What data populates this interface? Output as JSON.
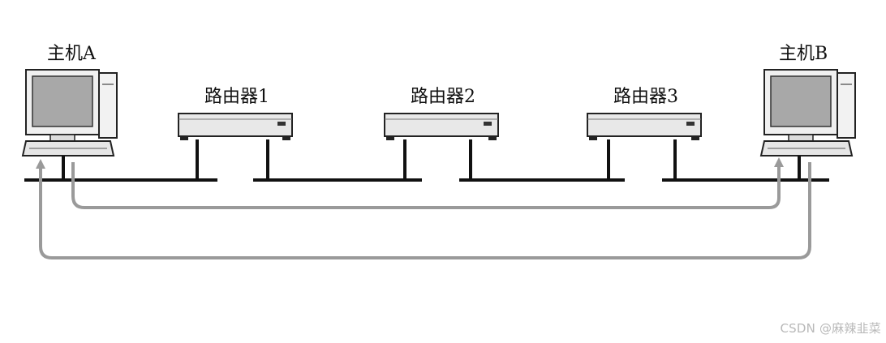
{
  "diagram": {
    "host_a_label": "主机A",
    "host_b_label": "主机B",
    "routers": [
      {
        "label": "路由器1"
      },
      {
        "label": "路由器2"
      },
      {
        "label": "路由器3"
      }
    ],
    "colors": {
      "line": "#111111",
      "arrow": "#9a9a9a",
      "device_body": "#e8e8e8",
      "screen": "#a8a8a8"
    }
  },
  "watermark": "CSDN @麻辣韭菜"
}
